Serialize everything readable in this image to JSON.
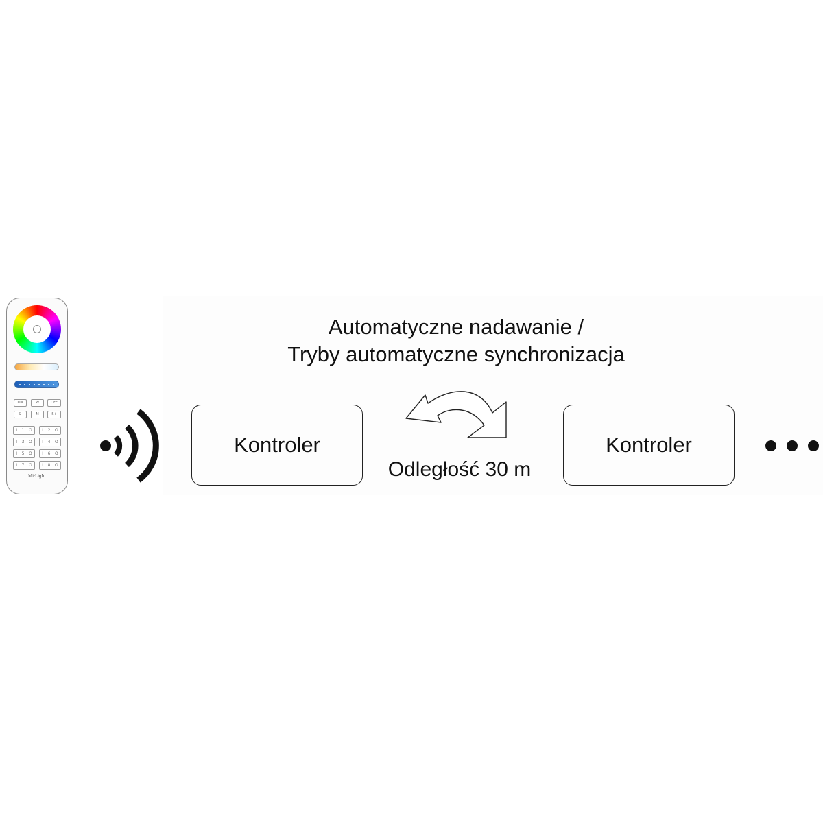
{
  "diagram": {
    "title_line1": "Automatyczne nadawanie /",
    "title_line2": "Tryby automatyczne synchronizacja",
    "distance_label": "Odległość 30 m",
    "controller1_label": "Kontroler",
    "controller2_label": "Kontroler"
  },
  "remote": {
    "brand": "Mi·Light",
    "buttons": [
      "ON",
      "W",
      "OFF",
      "S-",
      "M",
      "S+"
    ],
    "zone_rows": [
      [
        "1",
        "2"
      ],
      [
        "3",
        "4"
      ],
      [
        "5",
        "6"
      ],
      [
        "7",
        "8"
      ]
    ]
  },
  "icons": {
    "signal": "wireless-signal-icon",
    "arrow": "curved-arrow-icon",
    "more": "ellipsis-icon"
  }
}
